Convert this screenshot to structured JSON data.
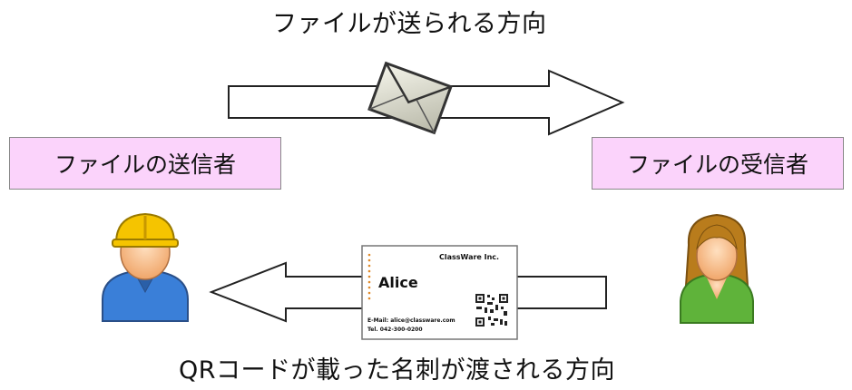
{
  "diagram": {
    "top_caption": "ファイルが送られる方向",
    "bottom_caption": "QRコードが載った名刺が渡される方向",
    "sender_label": "ファイルの送信者",
    "receiver_label": "ファイルの受信者",
    "business_card": {
      "company": "ClassWare Inc.",
      "name": "Alice",
      "email": "E-Mail: alice@classware.com",
      "tel": "Tel. 042-300-0200"
    },
    "icons": {
      "envelope": "envelope-icon",
      "sender": "worker-avatar-icon",
      "receiver": "woman-avatar-icon",
      "qr": "qr-code-icon"
    },
    "colors": {
      "label_box_fill": "#fbd3fb",
      "hardhat": "#f5c400",
      "sender_shirt": "#3a7fd8",
      "receiver_shirt": "#5fb33a",
      "receiver_hair": "#b97c1c"
    }
  }
}
